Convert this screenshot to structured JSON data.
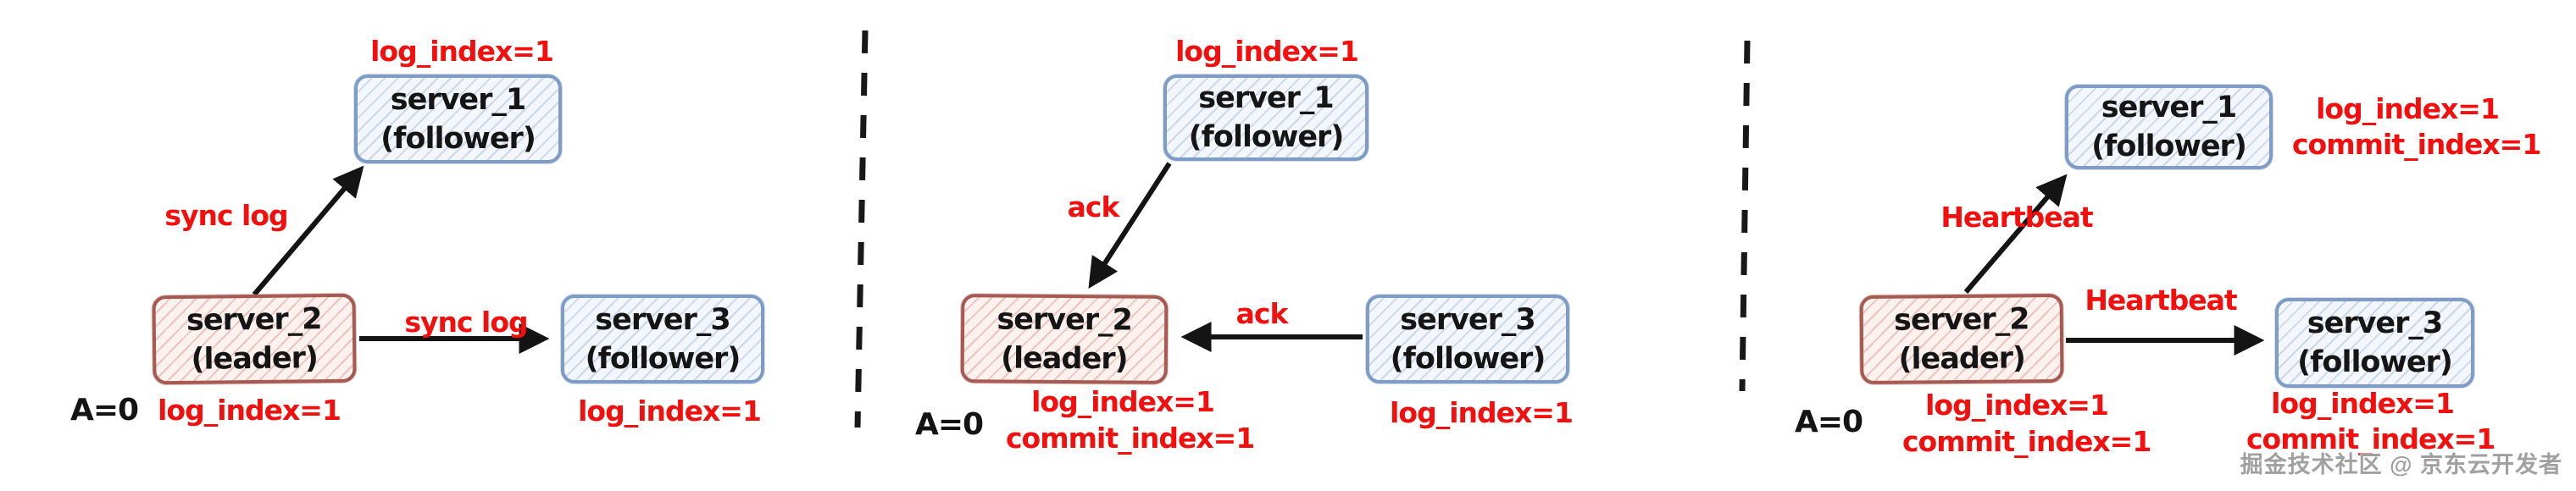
{
  "diagram": "raft-log-replication",
  "colors": {
    "label_red": "#f2100f",
    "text_black": "#141414",
    "follower_border_blue": "#7e9cc6",
    "leader_border_red": "#a65a51",
    "arrow_black": "#141414"
  },
  "watermark": "掘金技术社区 @ 京东云开发者",
  "panels": [
    {
      "step": "sync-log",
      "a_label": "A=0",
      "server1": {
        "name": "server_1",
        "role": "(follower)"
      },
      "server2": {
        "name": "server_2",
        "role": "(leader)"
      },
      "server3": {
        "name": "server_3",
        "role": "(follower)"
      },
      "server1_top_label": "log_index=1",
      "edge_to_server1": "sync log",
      "edge_to_server3": "sync log",
      "server2_labels": {
        "log": "log_index=1"
      },
      "server3_labels": {
        "log": "log_index=1"
      }
    },
    {
      "step": "ack",
      "a_label": "A=0",
      "server1": {
        "name": "server_1",
        "role": "(follower)"
      },
      "server2": {
        "name": "server_2",
        "role": "(leader)"
      },
      "server3": {
        "name": "server_3",
        "role": "(follower)"
      },
      "server1_top_label": "log_index=1",
      "edge_from_server1": "ack",
      "edge_from_server3": "ack",
      "server2_labels": {
        "log": "log_index=1",
        "commit": "commit_index=1"
      },
      "server3_labels": {
        "log": "log_index=1"
      }
    },
    {
      "step": "heartbeat",
      "a_label": "A=0",
      "server1": {
        "name": "server_1",
        "role": "(follower)"
      },
      "server2": {
        "name": "server_2",
        "role": "(leader)"
      },
      "server3": {
        "name": "server_3",
        "role": "(follower)"
      },
      "server1_side_labels": {
        "log": "log_index=1",
        "commit": "commit_index=1"
      },
      "edge_to_server1": "Heartbeat",
      "edge_to_server3": "Heartbeat",
      "server2_labels": {
        "log": "log_index=1",
        "commit": "commit_index=1"
      },
      "server3_labels": {
        "log": "log_index=1",
        "commit": "commit_index=1"
      }
    }
  ]
}
